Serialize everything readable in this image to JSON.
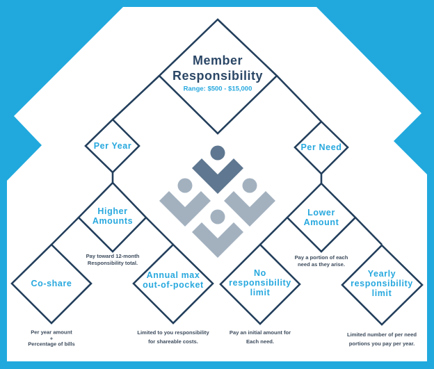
{
  "diagram": {
    "title_line1": "Member",
    "title_line2": "Responsibility",
    "range": "Range: $500 - $15,000",
    "colors": {
      "background": "#21a9dd",
      "panel": "#ffffff",
      "line": "#233f5c",
      "node_text": "#27a8de",
      "title_text": "#2b4766",
      "desc_text": "#3c4b5c",
      "logo_dark": "#5f7790",
      "logo_light": "#a3b1bf"
    },
    "branches": {
      "per_year": {
        "label": "Per Year",
        "child": {
          "label_line1": "Higher",
          "label_line2": "Amounts",
          "desc_line1": "Pay toward 12-month",
          "desc_line2": "Responsibility total."
        },
        "leaves": [
          {
            "label_line1": "Co-share",
            "desc_line1": "Per year amount",
            "desc_line2": "+",
            "desc_line3": "Percentage of bills"
          },
          {
            "label_line1": "Annual max",
            "label_line2": "out-of-pocket",
            "desc_line1": "Limited to you responsibility",
            "desc_line2": "for shareable costs."
          }
        ]
      },
      "per_need": {
        "label": "Per Need",
        "child": {
          "label_line1": "Lower",
          "label_line2": "Amount",
          "desc_line1": "Pay a portion of each",
          "desc_line2": "need as they arise."
        },
        "leaves": [
          {
            "label_line1": "No",
            "label_line2": "responsibility",
            "label_line3": "limit",
            "desc_line1": "Pay an initial amount for",
            "desc_line2": "Each need."
          },
          {
            "label_line1": "Yearly",
            "label_line2": "responsibility",
            "label_line3": "limit",
            "desc_line1": "Limited number of per need",
            "desc_line2": "portions you pay per year."
          }
        ]
      }
    },
    "logo": {
      "icon": "people-group-logo-icon"
    }
  }
}
